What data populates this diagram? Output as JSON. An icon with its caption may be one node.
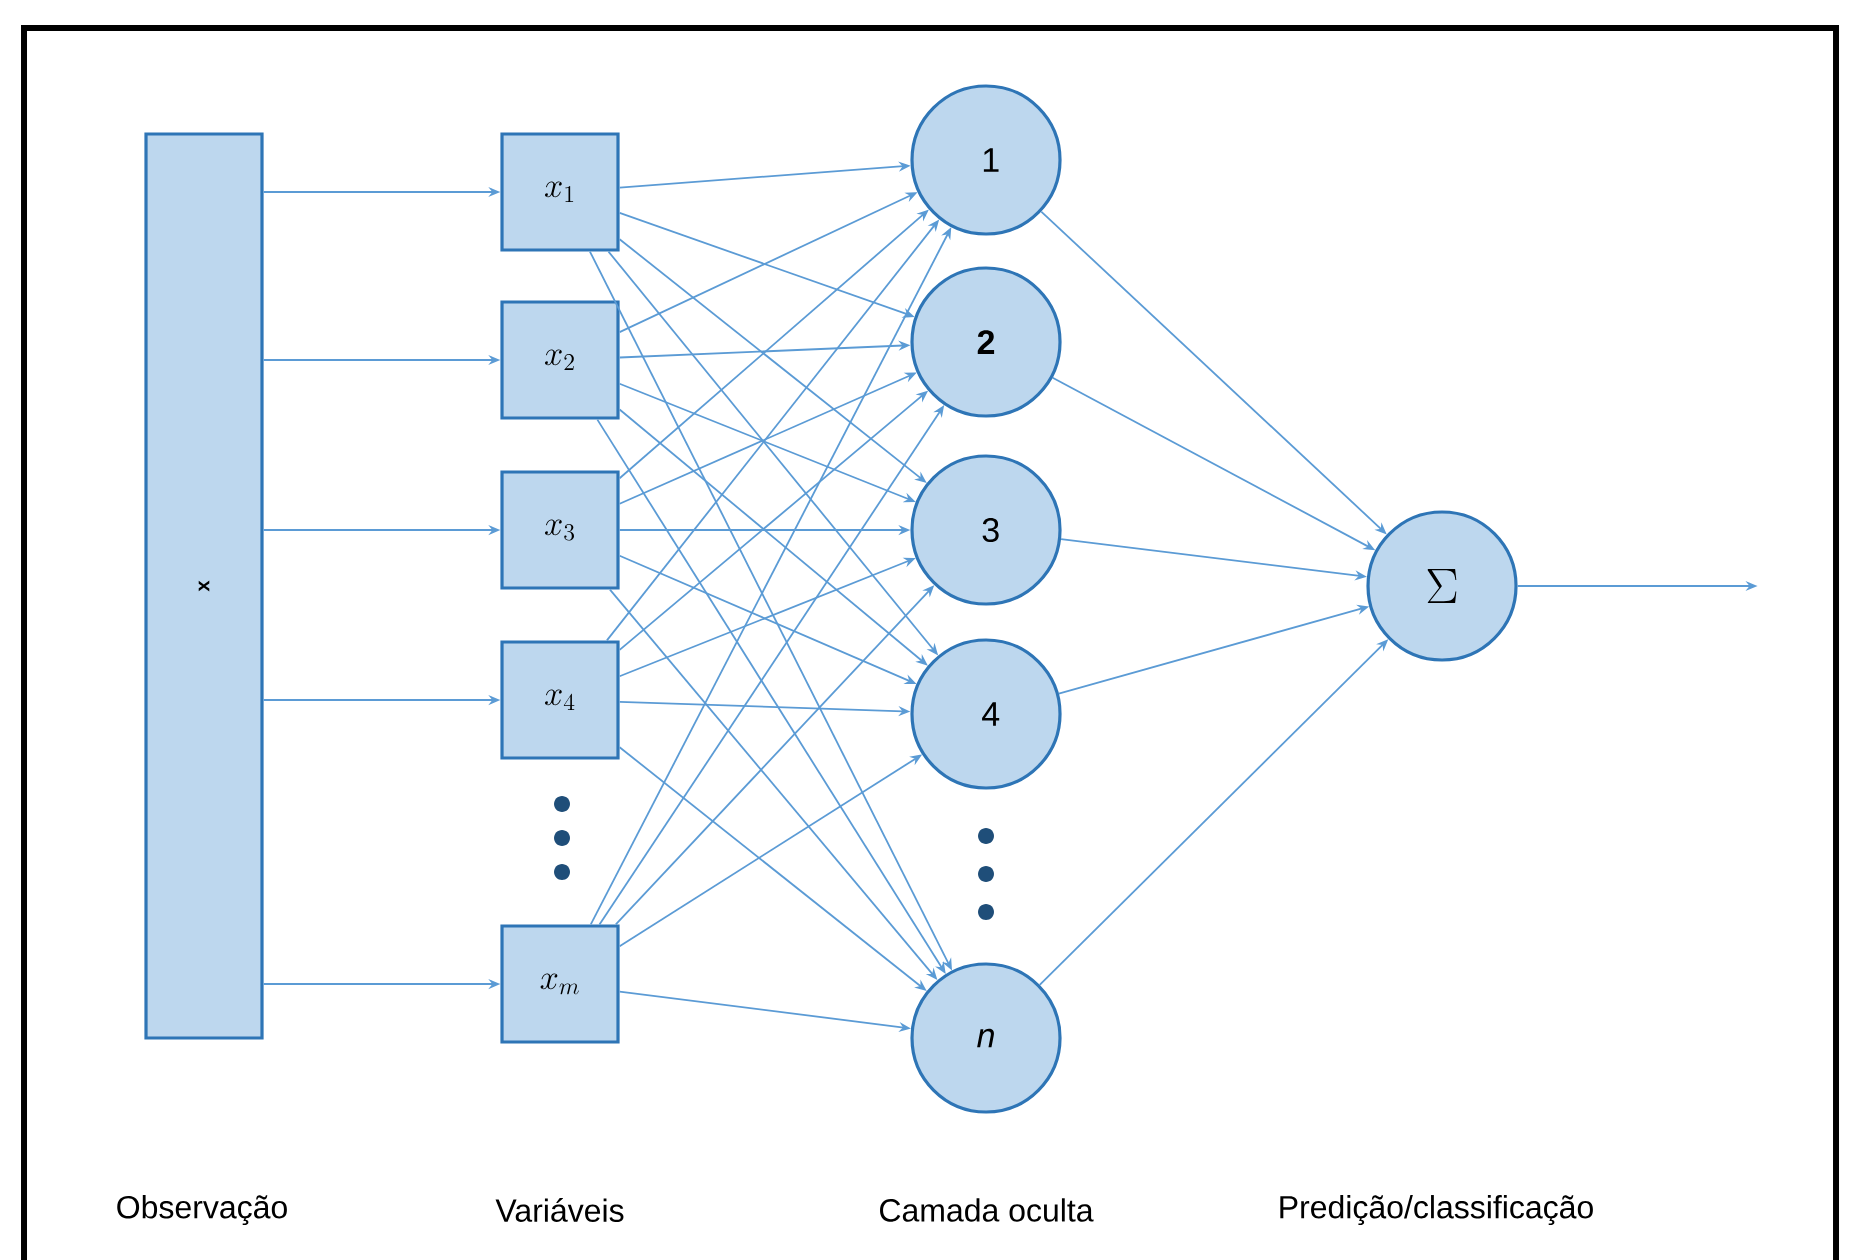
{
  "diagram": {
    "nodes": [
      {
        "text": [
          "x"
        ]
      },
      {
        "text": [
          "x_{1}"
        ]
      },
      {
        "text": [
          "x_{2}"
        ]
      },
      {
        "text": [
          "x_{3}"
        ]
      },
      {
        "text": [
          "x_{4}"
        ]
      },
      {
        "text": [
          "x_{m}"
        ]
      },
      {
        "text": [
          "1"
        ]
      },
      {
        "text": [
          "2"
        ]
      },
      {
        "text": [
          "3"
        ]
      },
      {
        "text": [
          "4"
        ]
      },
      {
        "text": [
          "n"
        ]
      },
      {
        "text": [
          "\\Sigma"
        ]
      }
    ],
    "edges": [
      {
        "from": 0,
        "to": 1,
        "arrow": "to"
      },
      {
        "from": 0,
        "to": 2,
        "arrow": "to"
      },
      {
        "from": 0,
        "to": 3,
        "arrow": "to"
      },
      {
        "from": 0,
        "to": 4,
        "arrow": "to"
      },
      {
        "from": 0,
        "to": 5,
        "arrow": "to"
      },
      {
        "from": 1,
        "to": 6,
        "arrow": "to"
      },
      {
        "from": 1,
        "to": 7,
        "arrow": "to"
      },
      {
        "from": 1,
        "to": 8,
        "arrow": "to"
      },
      {
        "from": 1,
        "to": 9,
        "arrow": "to"
      },
      {
        "from": 1,
        "to": 10,
        "arrow": "to"
      },
      {
        "from": 2,
        "to": 6,
        "arrow": "to"
      },
      {
        "from": 2,
        "to": 7,
        "arrow": "to"
      },
      {
        "from": 2,
        "to": 8,
        "arrow": "to"
      },
      {
        "from": 2,
        "to": 9,
        "arrow": "to"
      },
      {
        "from": 2,
        "to": 10,
        "arrow": "to"
      },
      {
        "from": 3,
        "to": 6,
        "arrow": "to"
      },
      {
        "from": 3,
        "to": 7,
        "arrow": "to"
      },
      {
        "from": 3,
        "to": 8,
        "arrow": "to"
      },
      {
        "from": 3,
        "to": 9,
        "arrow": "to"
      },
      {
        "from": 3,
        "to": 10,
        "arrow": "to"
      },
      {
        "from": 4,
        "to": 6,
        "arrow": "to"
      },
      {
        "from": 4,
        "to": 7,
        "arrow": "to"
      },
      {
        "from": 4,
        "to": 8,
        "arrow": "to"
      },
      {
        "from": 4,
        "to": 9,
        "arrow": "to"
      },
      {
        "from": 4,
        "to": 10,
        "arrow": "to"
      },
      {
        "from": 5,
        "to": 6,
        "arrow": "to"
      },
      {
        "from": 5,
        "to": 7,
        "arrow": "to"
      },
      {
        "from": 5,
        "to": 8,
        "arrow": "to"
      },
      {
        "from": 5,
        "to": 9,
        "arrow": "to"
      },
      {
        "from": 5,
        "to": 10,
        "arrow": "to"
      },
      {
        "from": 6,
        "to": 11,
        "arrow": "to"
      },
      {
        "from": 7,
        "to": 11,
        "arrow": "to"
      },
      {
        "from": 8,
        "to": 11,
        "arrow": "to"
      },
      {
        "from": 9,
        "to": 11,
        "arrow": "to"
      },
      {
        "from": 10,
        "to": 11,
        "arrow": "to"
      },
      {
        "from": 11,
        "to": null,
        "arrow": "to"
      }
    ],
    "labels": [
      "Observação",
      "Variáveis",
      "Camada oculta",
      "Predição/classificação"
    ]
  }
}
